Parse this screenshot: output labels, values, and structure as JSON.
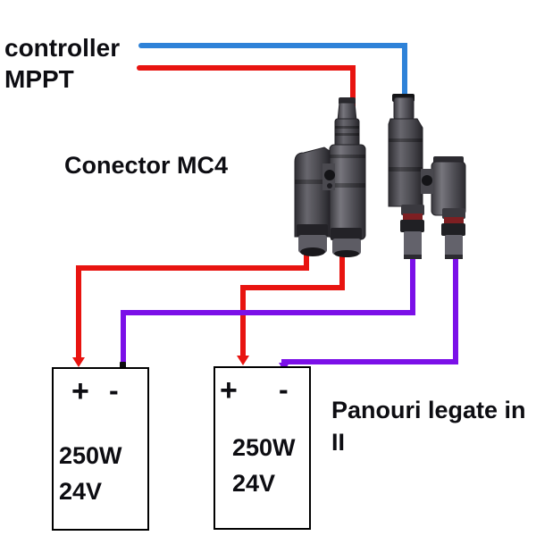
{
  "controller_label": {
    "line1": "controller",
    "line2": "MPPT"
  },
  "connector_label": "Conector MC4",
  "note_label": "Panouri legate in II",
  "panels": [
    {
      "plus": "+",
      "minus": "-",
      "power": "250W",
      "voltage": "24V"
    },
    {
      "plus": "+",
      "minus": "-",
      "power": "250W",
      "voltage": "24V"
    }
  ],
  "icons": {
    "left_connector": "mc4-y-branch-connector",
    "right_connector": "mc4-y-branch-connector"
  },
  "colors": {
    "positive_wire_red": "#e81410",
    "controller_wire_blue": "#2e82d8",
    "parallel_wire_purple": "#7b10e8",
    "panel_border": "#000000",
    "text": "#0d0d12"
  }
}
